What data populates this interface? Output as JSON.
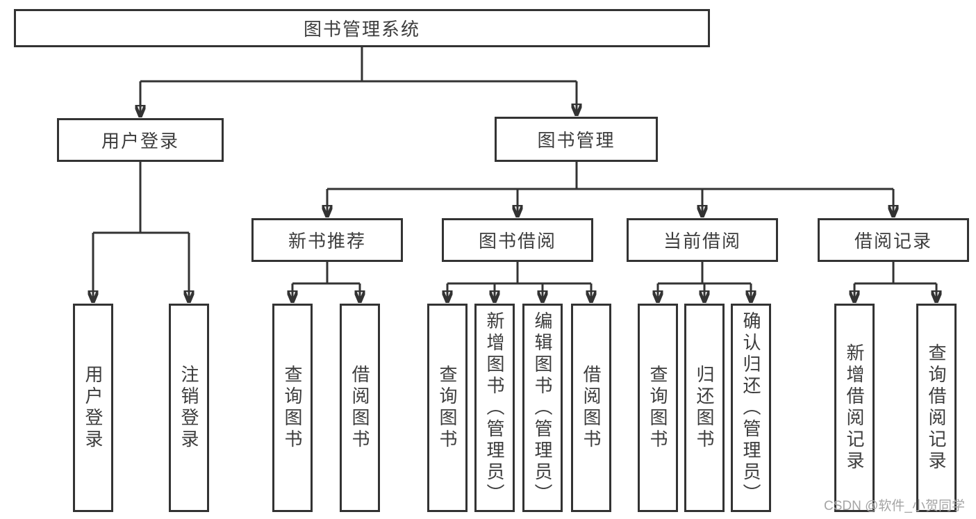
{
  "tree": {
    "root": {
      "label": "图书管理系统"
    },
    "branches": [
      {
        "label": "用户登录",
        "children": [
          {
            "label": "用户登录"
          },
          {
            "label": "注销登录"
          }
        ]
      },
      {
        "label": "图书管理",
        "children": [
          {
            "label": "新书推荐",
            "children": [
              {
                "label": "查询图书"
              },
              {
                "label": "借阅图书"
              }
            ]
          },
          {
            "label": "图书借阅",
            "children": [
              {
                "label": "查询图书"
              },
              {
                "label": "新增图书（管理员）"
              },
              {
                "label": "编辑图书（管理员）"
              },
              {
                "label": "借阅图书"
              }
            ]
          },
          {
            "label": "当前借阅",
            "children": [
              {
                "label": "查询图书"
              },
              {
                "label": "归还图书"
              },
              {
                "label": "确认归还（管理员）"
              }
            ]
          },
          {
            "label": "借阅记录",
            "children": [
              {
                "label": "新增借阅记录"
              },
              {
                "label": "查询借阅记录"
              }
            ]
          }
        ]
      }
    ]
  },
  "colors": {
    "line": "#333333",
    "text": "#3d3d3d",
    "watermark": "#a5a5a5"
  },
  "watermark": {
    "text": "CSDN @软件_小贺同学"
  }
}
